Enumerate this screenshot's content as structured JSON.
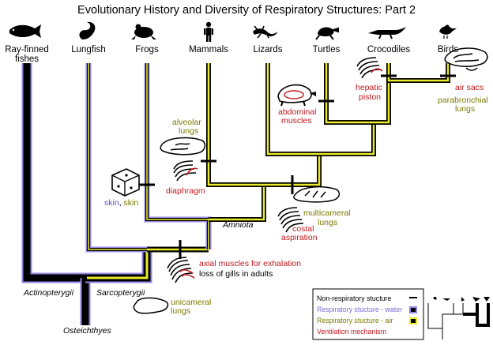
{
  "title": "Evolutionary History and Diversity of Respiratory Structures: Part 2",
  "taxa": [
    {
      "id": "ray-finned",
      "line1": "Ray-finned",
      "line2": "fishes",
      "icon": "fish-icon"
    },
    {
      "id": "lungfish",
      "line1": "Lungfish",
      "line2": "",
      "icon": "lungfish-icon"
    },
    {
      "id": "frogs",
      "line1": "Frogs",
      "line2": "",
      "icon": "frog-icon"
    },
    {
      "id": "mammals",
      "line1": "Mammals",
      "line2": "",
      "icon": "human-icon"
    },
    {
      "id": "lizards",
      "line1": "Lizards",
      "line2": "",
      "icon": "lizard-icon"
    },
    {
      "id": "turtles",
      "line1": "Turtles",
      "line2": "",
      "icon": "turtle-icon"
    },
    {
      "id": "crocodiles",
      "line1": "Crocodiles",
      "line2": "",
      "icon": "crocodile-icon"
    },
    {
      "id": "birds",
      "line1": "Birds",
      "line2": "",
      "icon": "bird-icon"
    }
  ],
  "clades": {
    "amniota": "Amniota",
    "actinopterygii": "Actinopterygii",
    "sarcopterygii": "Sarcopterygii",
    "osteichthyes": "Osteichthyes"
  },
  "traits": {
    "unicameral": [
      "unicameral",
      "lungs"
    ],
    "axial_muscles": "axial muscles for exhalation",
    "loss_gills": "loss of gills in adults",
    "skin_water": "skin",
    "skin_sep": ", ",
    "skin_air": "skin",
    "alveolar": [
      "alveolar",
      "lungs"
    ],
    "diaphragm": "diaphragm",
    "multicameral": [
      "multicameral",
      "lungs"
    ],
    "costal": [
      "costal",
      "aspiration"
    ],
    "abdominal": [
      "abdominal",
      "muscles"
    ],
    "hepatic": [
      "hepatic",
      "piston"
    ],
    "air_sacs": "air sacs",
    "parabronchial": [
      "parabronchial",
      "lungs"
    ]
  },
  "legend": {
    "items": [
      {
        "label": "Non-respiratory stucture",
        "color": "#000000"
      },
      {
        "label": "Respiratory stucture - water",
        "color": "#7b6cd6"
      },
      {
        "label": "Respiratory stucture - air",
        "color": "#7a7a00"
      },
      {
        "label": "Ventilation mechanism",
        "color": "#c0191e"
      }
    ]
  },
  "colors": {
    "water": "#8f86e0",
    "air": "#e8ea2a",
    "trunk": "#000000",
    "mechanism_text": "#c0191e",
    "air_text": "#7a7a00",
    "water_text": "#5b4fd0"
  }
}
